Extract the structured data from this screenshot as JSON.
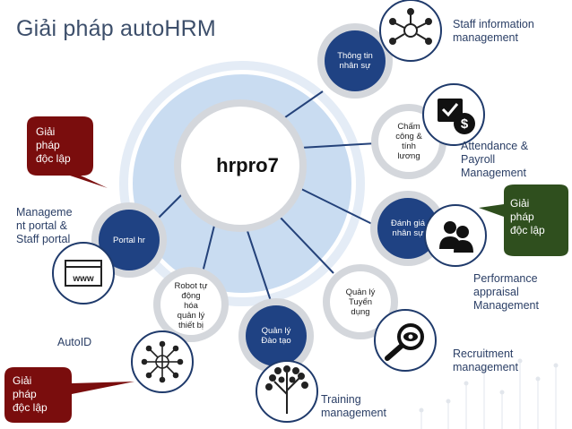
{
  "title": "Giải pháp autoHRM",
  "hub": "hrpro7",
  "modules": [
    {
      "name": "Thông tin\nnhân sự",
      "style": "dark"
    },
    {
      "name": "Chấm\ncông &\ntính\nlương",
      "style": "light"
    },
    {
      "name": "Đánh giá\nnhân sự",
      "style": "dark"
    },
    {
      "name": "Quản lý\nTuyển\ndụng",
      "style": "light"
    },
    {
      "name": "Quản lý\nĐào tạo",
      "style": "dark"
    },
    {
      "name": "Robot tự\nđộng\nhóa\nquản lý\nthiết bị",
      "style": "light"
    },
    {
      "name": "Portal hr",
      "style": "dark"
    }
  ],
  "labels": {
    "staff_info": "Staff information\nmanagement",
    "attendance": "Attendance &\nPayroll\nManagement",
    "performance": "Performance\nappraisal\nManagement",
    "recruitment": "Recruitment\nmanagement",
    "training": "Training\nmanagement",
    "autoid": "AutoID",
    "portal": "Manageme\nnt portal &\nStaff portal"
  },
  "bubbles": {
    "top_left": "Giải\npháp\nđộc lập",
    "right": "Giải\npháp\nđộc lập",
    "bottom_left": "Giải\npháp\nđộc lập"
  },
  "icons": {
    "staff_info": "network-icon",
    "attendance": "calendar-money-icon",
    "performance": "people-icon",
    "recruitment": "magnifier-eye-icon",
    "training": "tree-icon",
    "autoid": "globe-network-icon",
    "portal": "www-browser-icon"
  },
  "colors": {
    "dark_node": "#1f4283",
    "ring": "#d4d7dc",
    "halo": "#c9dcf1",
    "connector": "#24427a",
    "bubble_red": "#7a0d0d",
    "bubble_green": "#2f4f1e",
    "label": "#2b3f66"
  }
}
